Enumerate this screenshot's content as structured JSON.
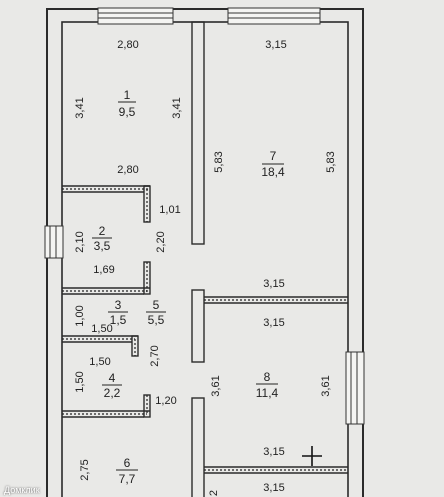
{
  "rooms": [
    {
      "id": "room-1",
      "number": "1",
      "area": "9,5"
    },
    {
      "id": "room-2",
      "number": "2",
      "area": "3,5"
    },
    {
      "id": "room-3",
      "number": "3",
      "area": "1,5"
    },
    {
      "id": "room-4",
      "number": "4",
      "area": "2,2"
    },
    {
      "id": "room-5",
      "number": "5",
      "area": "5,5"
    },
    {
      "id": "room-6",
      "number": "6",
      "area": "7,7"
    },
    {
      "id": "room-7",
      "number": "7",
      "area": "18,4"
    },
    {
      "id": "room-8",
      "number": "8",
      "area": "11,4"
    }
  ],
  "dimensions": {
    "r1_top": "2,80",
    "r1_left": "3,41",
    "r1_right": "3,41",
    "r1_bottom": "2,80",
    "r2_left": "2,10",
    "r2_right": "2,20",
    "r2_bottom": "1,69",
    "corr_gap": "1,01",
    "r3_left": "1,00",
    "r3_bottom": "1,50",
    "r4_top": "1,50",
    "r4_left": "1,50",
    "r5_right": "2,70",
    "corr_lower": "1,20",
    "r6_left": "2,75",
    "r7_top": "3,15",
    "r7_left": "5,83",
    "r7_right": "5,83",
    "r7_bottom": "3,15",
    "r8_top": "3,15",
    "r8_left": "3,61",
    "r8_right": "3,61",
    "r8_bottom": "3,15",
    "bottom_right": "3,15",
    "bottom_cut": "2"
  },
  "watermark": "Домклик"
}
